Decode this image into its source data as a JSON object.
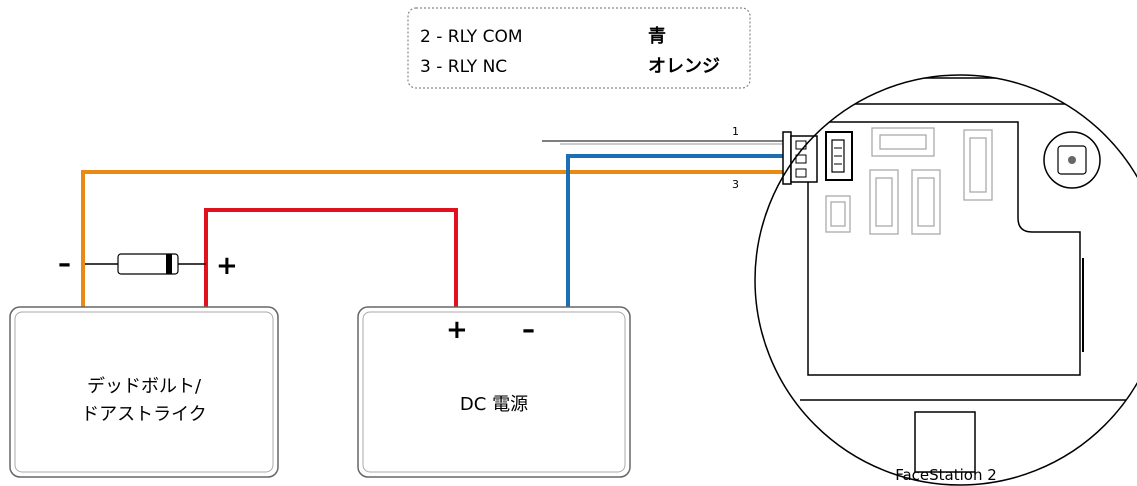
{
  "legend": {
    "rows": [
      {
        "pin": "2 - RLY COM",
        "color_name": "青"
      },
      {
        "pin": "3 - RLY NC",
        "color_name": "オレンジ"
      }
    ]
  },
  "boxes": {
    "lock": {
      "line1": "デッドボルト/",
      "line2": "ドアストライク"
    },
    "power": {
      "label": "DC 電源"
    }
  },
  "signs": {
    "diode_minus": "–",
    "diode_plus": "+",
    "power_plus": "+",
    "power_minus": "–"
  },
  "pins": {
    "pin1": "1",
    "pin3": "3"
  },
  "device": {
    "name": "FaceStation 2"
  },
  "colors": {
    "orange": "#e98b12",
    "red": "#e2111e",
    "blue": "#1c6fb5"
  }
}
